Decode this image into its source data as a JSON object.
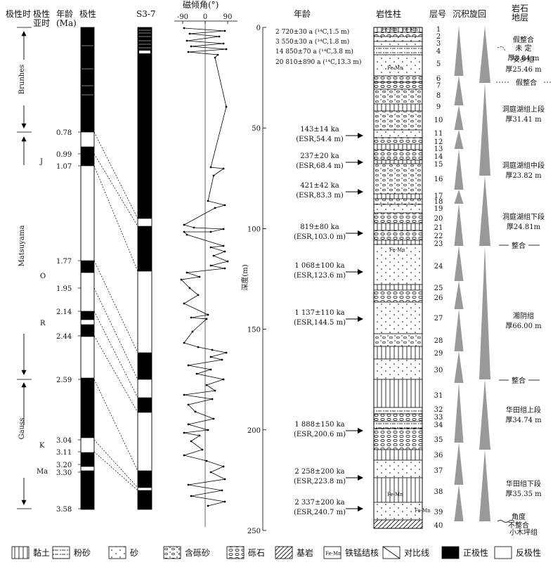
{
  "headers": {
    "polarity_epoch": "极性时",
    "polarity_subchron": "极性\n亚时",
    "age_ma": "年龄\n(Ma)",
    "polarity": "极性",
    "core": "S3-7",
    "inclination": "磁倾角(°)",
    "age": "年龄",
    "lithology": "岩性柱",
    "layer_no": "层号",
    "cycle": "沉积旋回",
    "strata": "岩石\n地层",
    "depth_axis": "深度(m)"
  },
  "inclination_ticks": [
    "-90",
    "0",
    "90"
  ],
  "depth_ticks": [
    "0",
    "50",
    "100",
    "150",
    "200",
    "250"
  ],
  "epochs": [
    "Brunhes",
    "Matsuyama",
    "Gauss"
  ],
  "subchrons": [
    "J",
    "O",
    "R",
    "K",
    "Ma"
  ],
  "ages_ma": [
    "0.78",
    "0.99",
    "1.07",
    "1.77",
    "1.95",
    "2.14",
    "2.44",
    "2.59",
    "3.04",
    "3.11",
    "3.20",
    "3.30",
    "3.58"
  ],
  "dates": [
    {
      "text": "2 720±30 a (¹⁴C,1.5 m)"
    },
    {
      "text": "3 550±30 a (¹⁴C,1.8 m)"
    },
    {
      "text": "14 850±70 a (¹⁴C,3.8 m)"
    },
    {
      "text": "20 810±890 a (¹⁴C,13.3 m)"
    },
    {
      "line1": "143±14 ka",
      "line2": "(ESR,54.4 m)"
    },
    {
      "line1": "237±20 ka",
      "line2": "(ESR,68.4 m)"
    },
    {
      "line1": "421±42 ka",
      "line2": "(ESR,83.3 m)"
    },
    {
      "line1": "819±80 ka",
      "line2": "(ESR,103.0 m)"
    },
    {
      "line1": "1 068±100 ka",
      "line2": "(ESR,123.6 m)"
    },
    {
      "line1": "1 137±110 ka",
      "line2": "(ESR,144.5 m)"
    },
    {
      "line1": "1 888±150 ka",
      "line2": "(ESR,200.6 m)"
    },
    {
      "line1": "2 258±200 ka",
      "line2": "(ESR,223.8 m)"
    },
    {
      "line1": "2 337±200 ka",
      "line2": "(ESR,240.7 m)"
    }
  ],
  "layer_numbers": [
    "1",
    "2",
    "3",
    "4",
    "5",
    "6",
    "7",
    "8",
    "9",
    "10",
    "11",
    "12",
    "13",
    "14",
    "15",
    "16",
    "17",
    "18",
    "19",
    "20",
    "21",
    "22",
    "23",
    "24",
    "25",
    "26",
    "27",
    "28",
    "29",
    "30",
    "31",
    "32",
    "33",
    "34",
    "35",
    "36",
    "37",
    "38",
    "39",
    "40"
  ],
  "fe_mn_label": "Fe-Mn",
  "strata": [
    {
      "name": "未 定",
      "thick": "厚3.04 m"
    },
    {
      "name": "安乡组",
      "thick": "厚25.46 m"
    },
    {
      "name": "洞庭湖组上段",
      "thick": "厚31.41 m"
    },
    {
      "name": "洞庭湖组中段",
      "thick": "厚23.82 m"
    },
    {
      "name": "洞庭湖组下段",
      "thick": "厚24.81m"
    },
    {
      "name": "湘阴组",
      "thick": "厚66.00 m"
    },
    {
      "name": "华田组上段",
      "thick": "厚34.74 m"
    },
    {
      "name": "华田组下段",
      "thick": "厚35.35 m"
    },
    {
      "name": "小木坪组",
      "thick": ""
    }
  ],
  "contacts": [
    "假整合",
    "假整合",
    "整合",
    "整合",
    "角度\n不整合"
  ],
  "legend": [
    "黏土",
    "粉砂",
    "砂",
    "含砾砂",
    "砾石",
    "基岩",
    "铁锰结核",
    "对比线",
    "正极性",
    "反极性"
  ],
  "legend_femn": "Fe-Mn"
}
